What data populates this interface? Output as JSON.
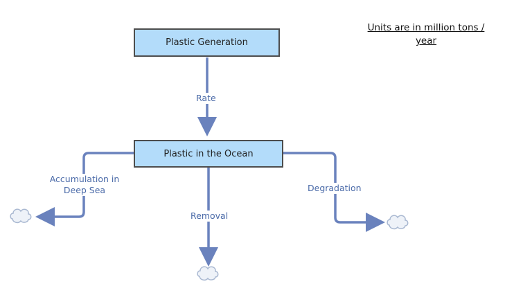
{
  "diagram": {
    "stocks": {
      "generation": "Plastic Generation",
      "ocean": "Plastic in the Ocean"
    },
    "flows": {
      "rate": "Rate",
      "accumulation": "Accumulation in Deep Sea",
      "removal": "Removal",
      "degradation": "Degradation"
    },
    "units_note": "Units are in million tons / year",
    "colors": {
      "stock_fill": "#b3dcfa",
      "stock_border": "#4d4d4d",
      "flow_line": "#6a82bd",
      "label_text": "#4a6aa8",
      "cloud_fill": "#eef2f8",
      "cloud_stroke": "#a9b8d1"
    }
  }
}
